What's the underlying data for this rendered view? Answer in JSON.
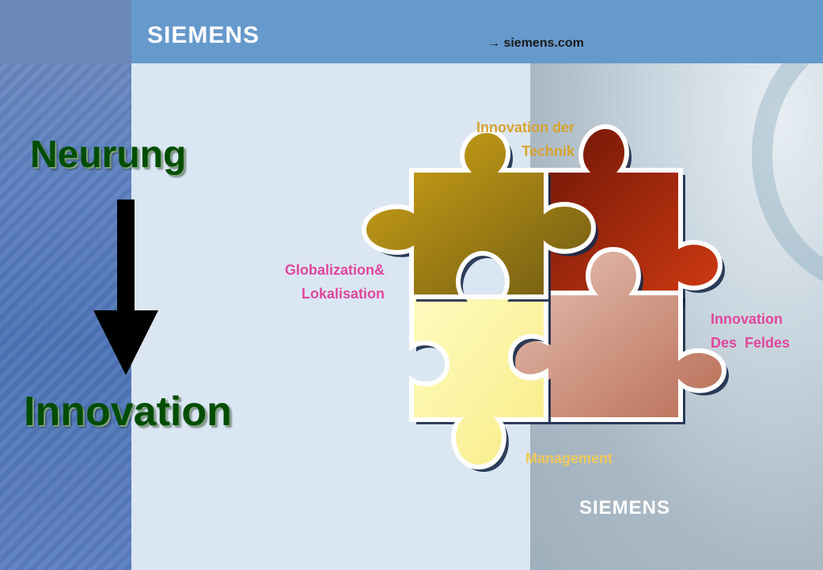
{
  "header": {
    "logo": "SIEMENS",
    "url": "→ siemens.com"
  },
  "footer": {
    "logo": "SIEMENS"
  },
  "titles": {
    "top": "Neurung",
    "bottom": "Innovation"
  },
  "pieces": {
    "technik": {
      "line1": "Innovation der",
      "line2": "Technik",
      "color": "#b8330e"
    },
    "global": {
      "line1": "Globalization&",
      "line2": "Lokalisation",
      "color": "#b08a10"
    },
    "feld": {
      "line1": "Innovation",
      "line2": "Des  Feldes",
      "color": "#c08670"
    },
    "management": {
      "line1": "Management",
      "color": "#fffaa8"
    }
  },
  "colors": {
    "header": "#6699cc",
    "title": "#004d00",
    "label_pink": "#e0469a",
    "label_gold": "#d7a430"
  }
}
